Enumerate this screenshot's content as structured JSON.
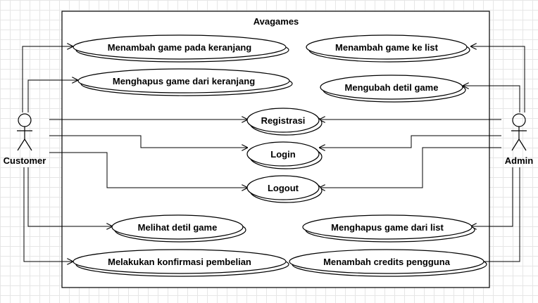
{
  "system": {
    "title": "Avagames"
  },
  "actors": {
    "customer": {
      "label": "Customer",
      "icon": "stick-figure-icon"
    },
    "admin": {
      "label": "Admin",
      "icon": "stick-figure-icon"
    }
  },
  "use_cases": {
    "add_to_cart": "Menambah game pada keranjang",
    "remove_from_cart": "Menghapus game dari keranjang",
    "register": "Registrasi",
    "login": "Login",
    "logout": "Logout",
    "view_game_detail": "Melihat detil game",
    "confirm_purchase": "Melakukan konfirmasi pembelian",
    "add_game_to_list": "Menambah game ke list",
    "edit_game_detail": "Mengubah detil game",
    "remove_game_from_list": "Menghapus game dari list",
    "add_user_credits": "Menambah credits pengguna"
  },
  "associations": [
    {
      "actor": "customer",
      "use_case": "add_to_cart"
    },
    {
      "actor": "customer",
      "use_case": "remove_from_cart"
    },
    {
      "actor": "customer",
      "use_case": "register"
    },
    {
      "actor": "customer",
      "use_case": "login"
    },
    {
      "actor": "customer",
      "use_case": "logout"
    },
    {
      "actor": "customer",
      "use_case": "view_game_detail"
    },
    {
      "actor": "customer",
      "use_case": "confirm_purchase"
    },
    {
      "actor": "admin",
      "use_case": "add_game_to_list"
    },
    {
      "actor": "admin",
      "use_case": "edit_game_detail"
    },
    {
      "actor": "admin",
      "use_case": "register"
    },
    {
      "actor": "admin",
      "use_case": "login"
    },
    {
      "actor": "admin",
      "use_case": "logout"
    },
    {
      "actor": "admin",
      "use_case": "remove_game_from_list"
    },
    {
      "actor": "admin",
      "use_case": "add_user_credits"
    }
  ]
}
